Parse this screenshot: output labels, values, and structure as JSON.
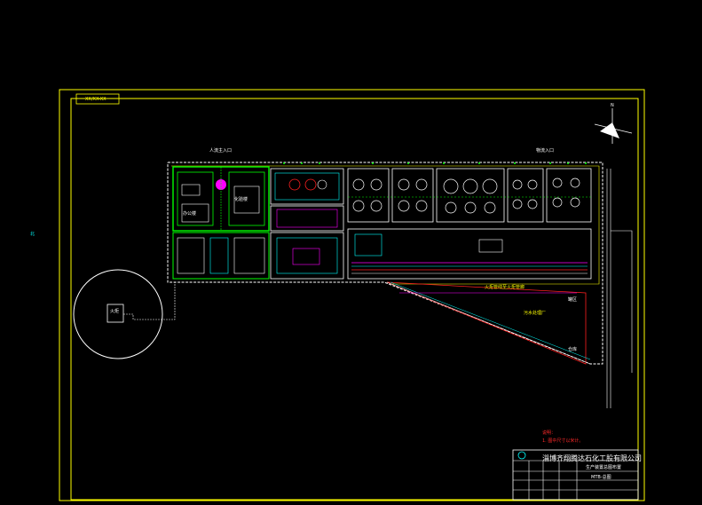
{
  "drawing": {
    "tag": "XX/XX-XX",
    "company": "淄博齐翔腾达石化工股有限公司",
    "subtitle": "生产装置总图布置",
    "drawing_no": "MTB-总图",
    "notes_heading": "说明：",
    "note_1": "1. 图中尺寸以米计。",
    "left_mark": "北"
  },
  "labels": {
    "gate_main": "人流主入口",
    "gate_side": "物流入口",
    "flare": "火炬",
    "office": "办公楼",
    "lab": "化验楼",
    "pipe_rack": "火炬管线至火炬管廊",
    "sewage": "污水处理厂",
    "tank_area": "罐区",
    "storage": "仓库"
  },
  "colors": {
    "frame": "#ffff00",
    "green": "#00ff00",
    "cyan": "#00ffff",
    "magenta": "#ff00ff",
    "red": "#ff2020"
  }
}
